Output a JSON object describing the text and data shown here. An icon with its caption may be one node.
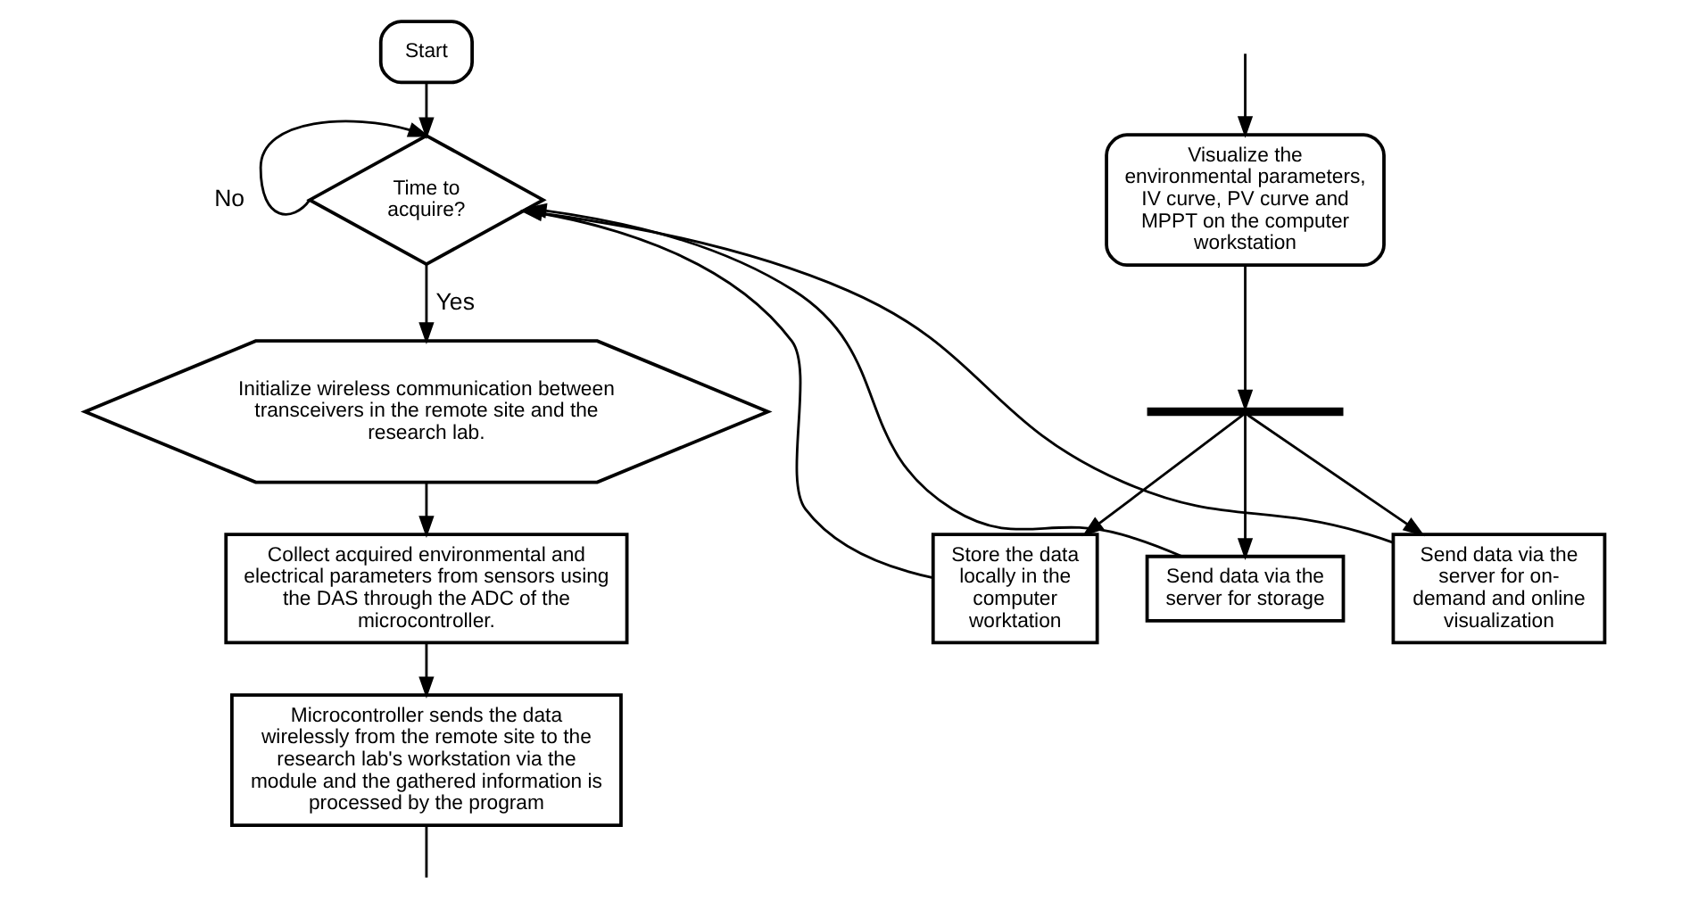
{
  "diagram": {
    "nodes": [
      {
        "text": [
          "Start"
        ]
      },
      {
        "text": [
          "Time to acquire?"
        ]
      },
      {
        "text": [
          "Initialize wireless communication between transceivers in the remote site and the research lab."
        ]
      },
      {
        "text": [
          "Collect acquired environmental and electrical parameters from sensors using the DAS through the ADC of the microcontroller."
        ]
      },
      {
        "text": [
          "Microcontroller sends the data wirelessly from the remote site to the research lab's workstation via the module and the gathered information is processed by the program"
        ]
      },
      {
        "text": [
          "Visualize the environmental parameters, IV curve, PV curve and MPPT on the computer workstation"
        ]
      },
      {
        "text": [],
        "shape": "bar"
      },
      {
        "text": [
          "Store the data locally in the computer worktation"
        ]
      },
      {
        "text": [
          "Send data via the server for storage"
        ]
      },
      {
        "text": [
          "Send data via the server for on-demand and online visualization"
        ]
      }
    ],
    "edges": [
      {
        "from": 0,
        "to": 1,
        "arrow": "to"
      },
      {
        "from": 1,
        "to": 1,
        "arrow": "to",
        "label": "No"
      },
      {
        "from": 1,
        "to": 2,
        "arrow": "to",
        "label": "Yes"
      },
      {
        "from": 2,
        "to": 3,
        "arrow": "to"
      },
      {
        "from": 3,
        "to": 4,
        "arrow": "to"
      },
      {
        "from": 4,
        "to": null,
        "arrow": "none"
      },
      {
        "from": null,
        "to": 5,
        "arrow": "to"
      },
      {
        "from": 5,
        "to": 6,
        "arrow": "to"
      },
      {
        "from": 6,
        "to": 7,
        "arrow": "to"
      },
      {
        "from": 6,
        "to": 8,
        "arrow": "to"
      },
      {
        "from": 6,
        "to": 9,
        "arrow": "to"
      },
      {
        "from": 7,
        "to": 1,
        "arrow": "to"
      },
      {
        "from": 8,
        "to": 1,
        "arrow": "to"
      },
      {
        "from": 9,
        "to": 1,
        "arrow": "to"
      }
    ]
  }
}
